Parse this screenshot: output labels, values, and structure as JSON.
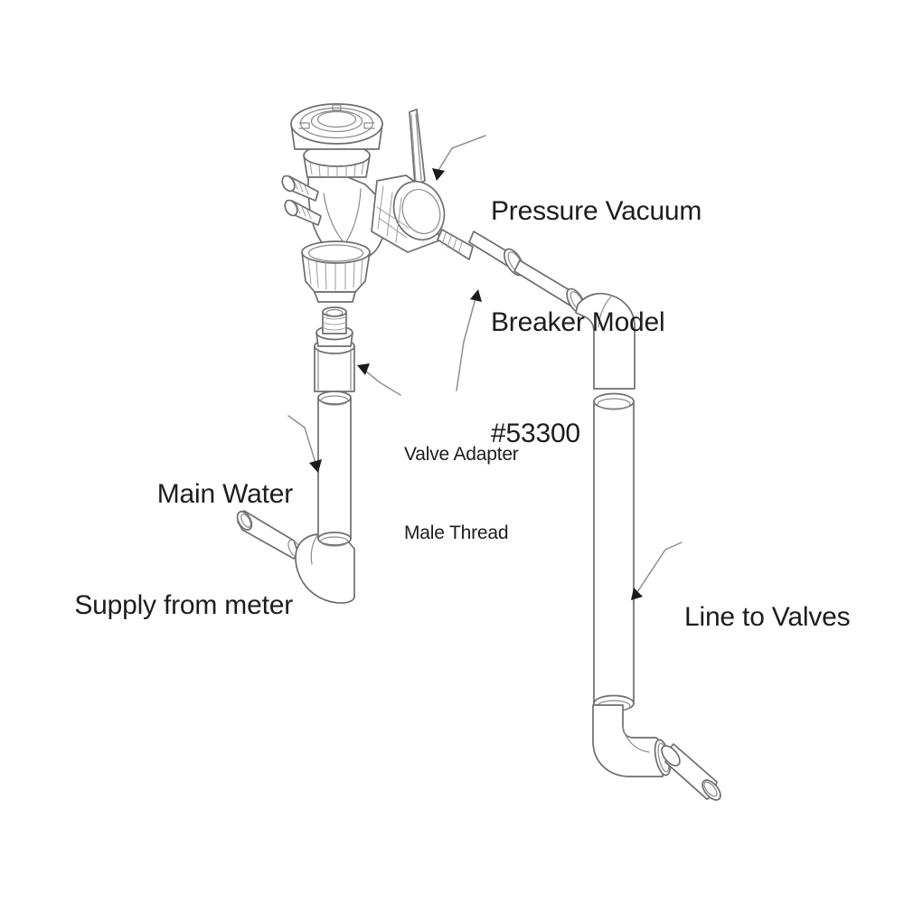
{
  "diagram": {
    "title": "Pressure Vacuum Breaker Installation Diagram",
    "background_color": "#ffffff",
    "line_color": "#6e6e72",
    "text_color": "#1d1d1d",
    "labels": {
      "pvb": {
        "line1": "Pressure Vacuum",
        "line2": "Breaker Model",
        "line3": "#53300"
      },
      "main_water": {
        "line1": "Main Water",
        "line2": "Supply from meter"
      },
      "valve_adapter": {
        "line1": "Valve Adapter",
        "line2": "Male Thread"
      },
      "line_to_valves": {
        "line1": "Line to Valves"
      }
    },
    "parts": [
      {
        "name": "bonnet-cap",
        "description": "Round vented bonnet cap at top of vacuum breaker"
      },
      {
        "name": "knurled-collar-upper",
        "description": "Knurled retaining collar beneath bonnet cap"
      },
      {
        "name": "test-cock-upper",
        "description": "Upper test cock fitting on left of valve body"
      },
      {
        "name": "test-cock-lower",
        "description": "Lower test cock fitting on left of valve body"
      },
      {
        "name": "valve-body",
        "description": "Main brass body of pressure vacuum breaker"
      },
      {
        "name": "shutoff-handle",
        "description": "Tapered lever handle on ball shutoff"
      },
      {
        "name": "knurled-union-nut-outlet",
        "description": "Knurled union nut on outlet side"
      },
      {
        "name": "knurled-union-nut-inlet",
        "description": "Knurled union nut on inlet side below body"
      },
      {
        "name": "valve-adapter-male-thread-outlet",
        "description": "Threaded male valve adapter on horizontal outlet"
      },
      {
        "name": "valve-adapter-male-thread-inlet",
        "description": "Threaded male valve adapter below body with hex flats"
      },
      {
        "name": "outlet-pipe-horizontal",
        "description": "Horizontal pipe run from breaker outlet"
      },
      {
        "name": "elbow-upper-right",
        "description": "90 degree elbow turning outlet run downward"
      },
      {
        "name": "downpipe-right",
        "description": "Vertical pipe carrying water to valves"
      },
      {
        "name": "elbow-lower-right",
        "description": "90 degree elbow at base of right downpipe"
      },
      {
        "name": "pipe-stub-lower-right",
        "description": "Pipe stub leaving lower right elbow"
      },
      {
        "name": "riser-pipe-left",
        "description": "Vertical supply riser from meter"
      },
      {
        "name": "elbow-lower-left",
        "description": "90 degree elbow at base of left riser"
      },
      {
        "name": "pipe-stub-lower-left",
        "description": "Pipe stub entering lower left elbow from meter"
      }
    ]
  }
}
